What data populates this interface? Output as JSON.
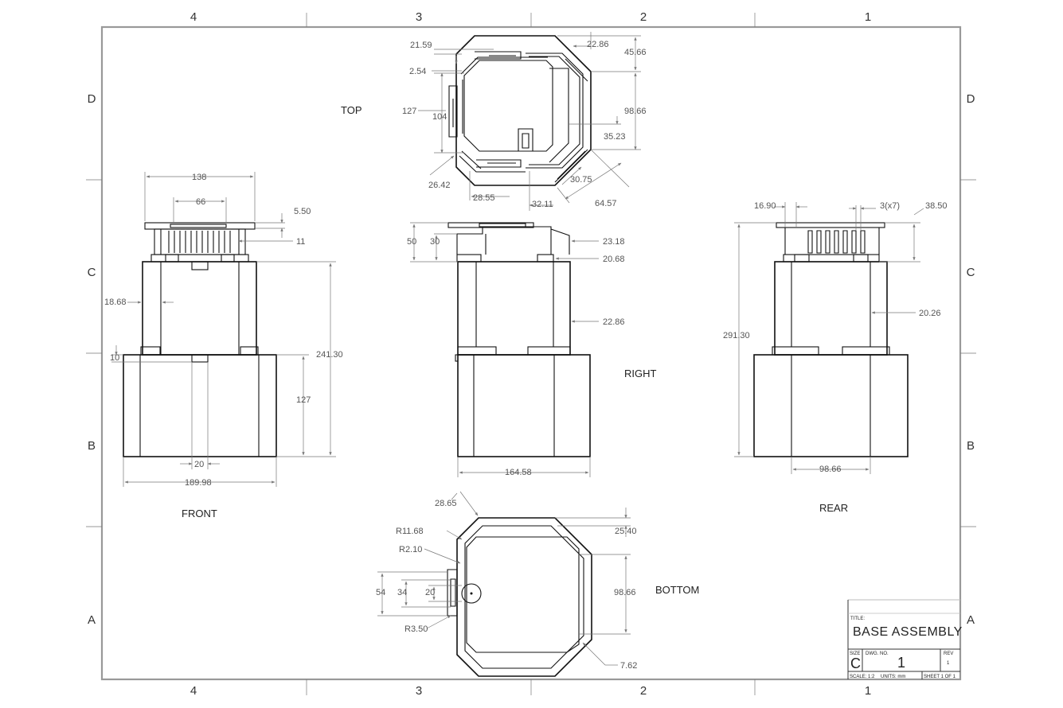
{
  "sheet": {
    "zones_top": [
      "4",
      "3",
      "2",
      "1"
    ],
    "zones_bottom": [
      "4",
      "3",
      "2",
      "1"
    ],
    "zones_left": [
      "D",
      "C",
      "B",
      "A"
    ],
    "zones_right": [
      "D",
      "C",
      "B",
      "A"
    ]
  },
  "views": {
    "top": "TOP",
    "front": "FRONT",
    "right": "RIGHT",
    "rear": "REAR",
    "bottom": "BOTTOM"
  },
  "dims": {
    "top": [
      "21.59",
      "22.86",
      "45.66",
      "2.54",
      "127",
      "104",
      "98.66",
      "35.23",
      "26.42",
      "28.55",
      "32.11",
      "30.75",
      "64.57"
    ],
    "front": [
      "138",
      "66",
      "5.50",
      "11",
      "18.68",
      "10",
      "241.30",
      "127",
      "20",
      "189.98"
    ],
    "right": [
      "50",
      "30",
      "23.18",
      "20.68",
      "22.86",
      "164.58"
    ],
    "rear": [
      "16.90",
      "3(x7)",
      "38.50",
      "291.30",
      "20.26",
      "98.66"
    ],
    "bottom": [
      "28.65",
      "R11.68",
      "25.40",
      "R2.10",
      "98.66",
      "54",
      "34",
      "20",
      "R3.50",
      "7.62"
    ]
  },
  "title_block": {
    "title_label": "TITLE:",
    "title": "BASE ASSEMBLY",
    "size_label": "SIZE",
    "size": "C",
    "dwg_label": "DWG.  NO.",
    "dwg_no": "1",
    "rev_label": "REV",
    "rev": "1",
    "scale": "SCALE: 1:2",
    "units": "UNITS: mm",
    "sheet": "SHEET 1 OF 1"
  }
}
